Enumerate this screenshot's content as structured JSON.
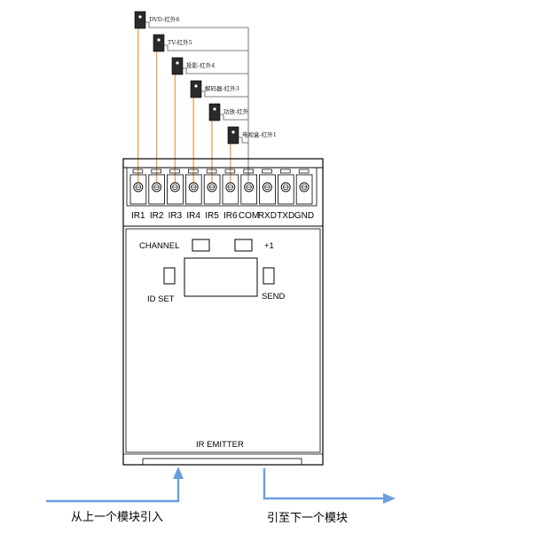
{
  "emitters": [
    {
      "label": "DVD-红外6"
    },
    {
      "label": "TV-红外5"
    },
    {
      "label": "投影-红外4"
    },
    {
      "label": "解码器-红外3"
    },
    {
      "label": "功放-红外"
    },
    {
      "label": "电视盒-红外1"
    }
  ],
  "terminals": [
    "IR1",
    "IR2",
    "IR3",
    "IR4",
    "IR5",
    "IR6",
    "COM",
    "RXD",
    "TXD",
    "GND"
  ],
  "panel": {
    "channel_label": "CHANNEL",
    "plus_label": "+1",
    "id_set_label": "ID SET",
    "send_label": "SEND",
    "device_name": "IR EMITTER"
  },
  "arrows": {
    "in_label": "从上一个模块引入",
    "out_label": "引至下一个模块"
  },
  "colors": {
    "wire": "#f0a25a",
    "arrow": "#6a9ee0",
    "line": "#000000"
  }
}
